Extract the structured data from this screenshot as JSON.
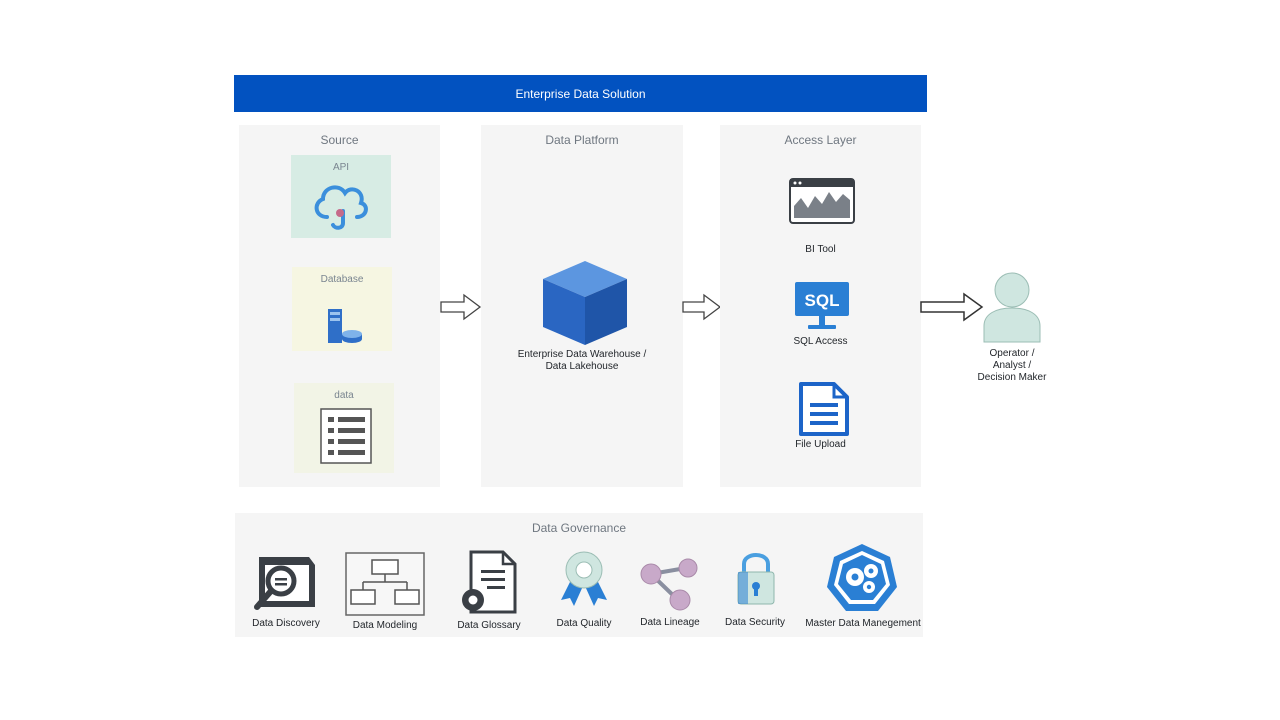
{
  "banner": {
    "title": "Enterprise Data Solution"
  },
  "source": {
    "title": "Source",
    "tiles": [
      {
        "label": "API",
        "icon": "cloud-icon"
      },
      {
        "label": "Database",
        "icon": "database-server-icon"
      },
      {
        "label": "data",
        "icon": "list-document-icon"
      }
    ]
  },
  "platform": {
    "title": "Data Platform",
    "item": {
      "label_line1": "Enterprise Data Warehouse /",
      "label_line2": "Data Lakehouse",
      "icon": "cube-icon"
    }
  },
  "access": {
    "title": "Access Layer",
    "items": [
      {
        "label": "BI Tool",
        "icon": "dashboard-chart-icon"
      },
      {
        "label": "SQL Access",
        "icon": "sql-monitor-icon",
        "badge": "SQL"
      },
      {
        "label": "File Upload",
        "icon": "document-icon"
      }
    ]
  },
  "user": {
    "line1": "Operator /",
    "line2": "Analyst /",
    "line3": "Decision Maker",
    "icon": "person-icon"
  },
  "governance": {
    "title": "Data Governance",
    "items": [
      {
        "label": "Data Discovery",
        "icon": "discovery-search-icon"
      },
      {
        "label": "Data Modeling",
        "icon": "model-diagram-icon"
      },
      {
        "label": "Data Glossary",
        "icon": "glossary-gear-icon"
      },
      {
        "label": "Data Quality",
        "icon": "quality-ribbon-icon"
      },
      {
        "label": "Data Lineage",
        "icon": "lineage-nodes-icon"
      },
      {
        "label": "Data Security",
        "icon": "padlock-icon"
      },
      {
        "label": "Master Data Manegement",
        "icon": "mdm-gears-icon"
      }
    ]
  },
  "colors": {
    "banner": "#0252c0",
    "panel": "#f5f5f5",
    "accent_blue": "#2a7fd4",
    "cube": "#2f6fc8",
    "api_tile": "#d7ece4",
    "db_tile": "#f6f6e2",
    "data_tile": "#f2f4e6"
  }
}
